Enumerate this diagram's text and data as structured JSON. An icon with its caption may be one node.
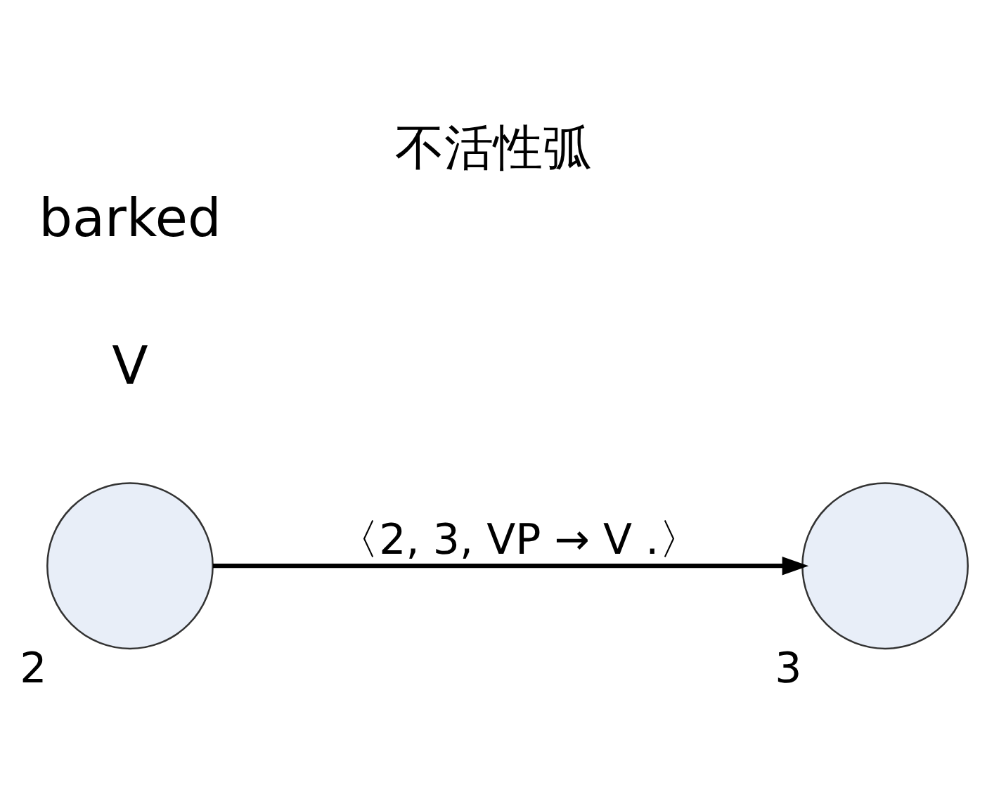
{
  "diagram": {
    "title": "不活性弧",
    "nodes": [
      {
        "text": [],
        "shape": "circle",
        "beside": [
          "2"
        ]
      },
      {
        "text": [],
        "shape": "circle",
        "beside": [
          "3"
        ]
      }
    ],
    "edges": [
      {
        "from": 0,
        "to": 1,
        "arrow": "to",
        "label": "〈2, 3, VP → V .〉"
      }
    ],
    "labels": [
      "V",
      "barked"
    ]
  }
}
